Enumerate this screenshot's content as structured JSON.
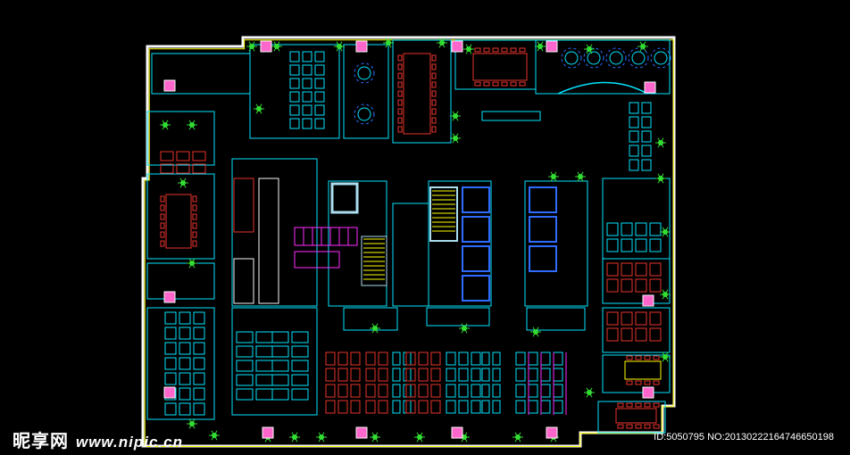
{
  "colors": {
    "background": "#000000",
    "outer_wall": "#f7f7f7",
    "wall_trim": "#ffff00",
    "partition": "#00e5ff",
    "red_furniture": "#e8342c",
    "blue_furniture": "#2f6cff",
    "magenta": "#ff2bff",
    "plant": "#33dd33",
    "column": "#ff66cc",
    "core": "#aaddee"
  },
  "icons": [
    "plant-icon",
    "column-icon",
    "conference-table-icon",
    "desk-cluster-icon",
    "stair-icon",
    "elevator-icon"
  ],
  "watermark": {
    "logo_text": "昵享网",
    "site": "www.nipic.cn",
    "id_text": "ID:5050795 NO:20130222164746650198"
  }
}
